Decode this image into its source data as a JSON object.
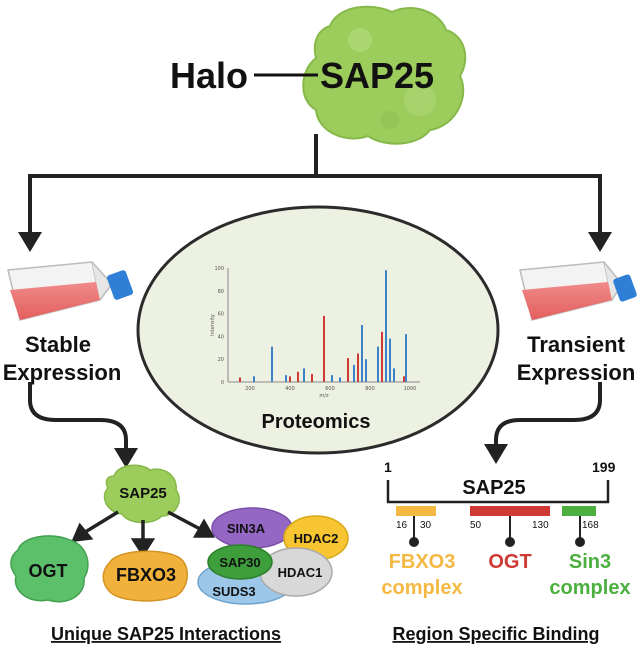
{
  "top": {
    "tag_label": "Halo",
    "protein_label": "SAP25"
  },
  "stable": {
    "label_line1": "Stable",
    "label_line2": "Expression"
  },
  "transient": {
    "label_line1": "Transient",
    "label_line2": "Expression"
  },
  "proteomics": {
    "label": "Proteomics",
    "spectrum": {
      "y_ticks": [
        "100",
        "80",
        "60",
        "40",
        "20",
        "0"
      ],
      "x_ticks": [
        "200",
        "400",
        "600",
        "800",
        "1000"
      ],
      "y_axis_label": "Intensity",
      "x_axis_label": "m/z"
    }
  },
  "interactions": {
    "center_label": "SAP25",
    "targets": [
      "OGT",
      "FBXO3"
    ],
    "complex": {
      "sin3a": "SIN3A",
      "hdac2": "HDAC2",
      "sap30": "SAP30",
      "hdac1": "HDAC1",
      "suds3": "SUDS3"
    },
    "caption": "Unique SAP25 Interactions"
  },
  "binding": {
    "start_label": "1",
    "end_label": "199",
    "protein_label": "SAP25",
    "regions": [
      {
        "start": "16",
        "end": "30",
        "name_line1": "FBXO3",
        "name_line2": "complex",
        "color": "#f4b942"
      },
      {
        "start": "50",
        "end": "130",
        "name_line1": "OGT",
        "name_line2": "",
        "color": "#cf3a35"
      },
      {
        "start": "",
        "end": "168",
        "name_line1": "Sin3",
        "name_line2": "complex",
        "color": "#4caf3f"
      }
    ],
    "caption": "Region Specific Binding"
  },
  "colors": {
    "sap25_green": "#9ccc5c",
    "ogt_green": "#5cbf6a",
    "fbxo3_orange": "#f2b13a",
    "sin3a_purple": "#9467c4",
    "hdac2_yellow": "#f6c531",
    "sap30_green": "#3e9e3c",
    "hdac1_gray": "#d8d8d8",
    "suds3_blue": "#9cc7e8"
  }
}
